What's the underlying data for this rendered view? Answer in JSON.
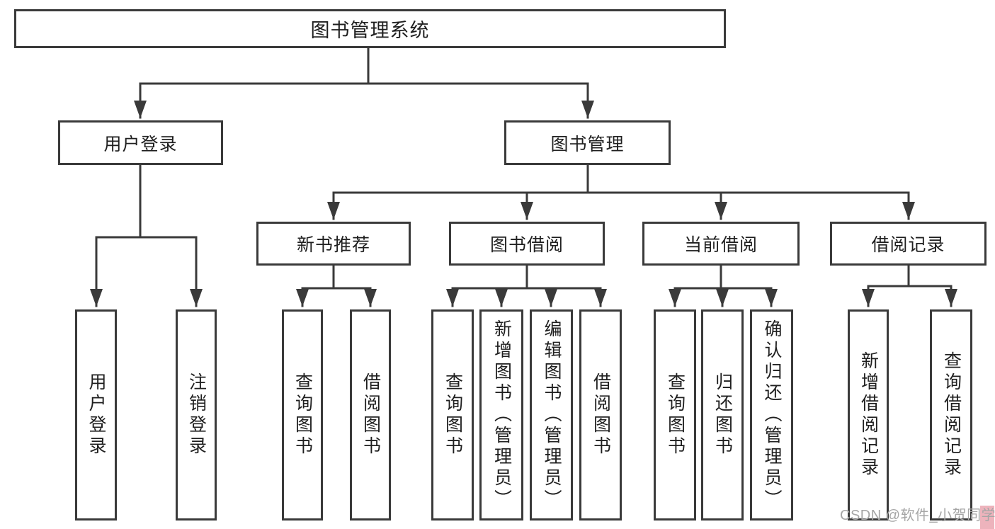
{
  "diagram": {
    "root": {
      "label": "图书管理系统"
    },
    "user_login": {
      "label": "用户登录",
      "children": [
        {
          "label": "用户登录"
        },
        {
          "label": "注销登录"
        }
      ]
    },
    "book_mgmt": {
      "label": "图书管理"
    },
    "new_books": {
      "label": "新书推荐",
      "children": [
        {
          "label": "查询图书"
        },
        {
          "label": "借阅图书"
        }
      ]
    },
    "book_borrow": {
      "label": "图书借阅",
      "children": [
        {
          "label": "查询图书"
        },
        {
          "label": "新增图书（管理员）"
        },
        {
          "label": "编辑图书（管理员）"
        },
        {
          "label": "借阅图书"
        }
      ]
    },
    "current_borrow": {
      "label": "当前借阅",
      "children": [
        {
          "label": "查询图书"
        },
        {
          "label": "归还图书"
        },
        {
          "label": "确认归还（管理员）"
        }
      ]
    },
    "borrow_records": {
      "label": "借阅记录",
      "children": [
        {
          "label": "新增借阅记录"
        },
        {
          "label": "查询借阅记录"
        }
      ]
    }
  },
  "watermark": {
    "text": "CSDN @软件_小贺同学"
  },
  "colors": {
    "line": "#3a3a3a",
    "text": "#1f1f1f",
    "box_border": "#3a3a3a",
    "background": "#ffffff",
    "watermark_text": "#a6a6a6",
    "watermark_logo": "#edb3bc"
  }
}
